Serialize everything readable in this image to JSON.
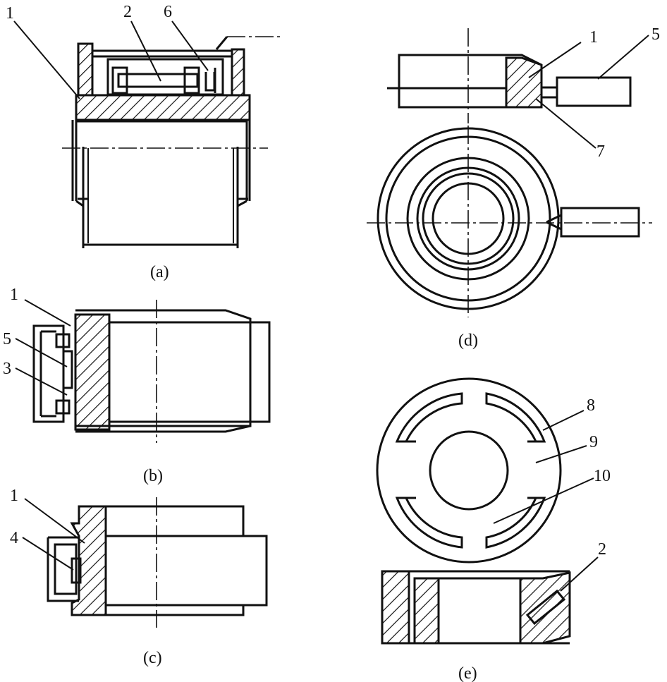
{
  "labels": {
    "a": {
      "l1": "1",
      "l2": "2",
      "l6": "6",
      "caption": "(a)"
    },
    "b": {
      "l1": "1",
      "l5": "5",
      "l3": "3",
      "caption": "(b)"
    },
    "c": {
      "l1": "1",
      "l4": "4",
      "caption": "(c)"
    },
    "d": {
      "l1": "1",
      "l5": "5",
      "l7": "7",
      "caption": "(d)"
    },
    "e": {
      "l8": "8",
      "l9": "9",
      "l10": "10",
      "l2": "2",
      "caption": "(e)"
    }
  }
}
